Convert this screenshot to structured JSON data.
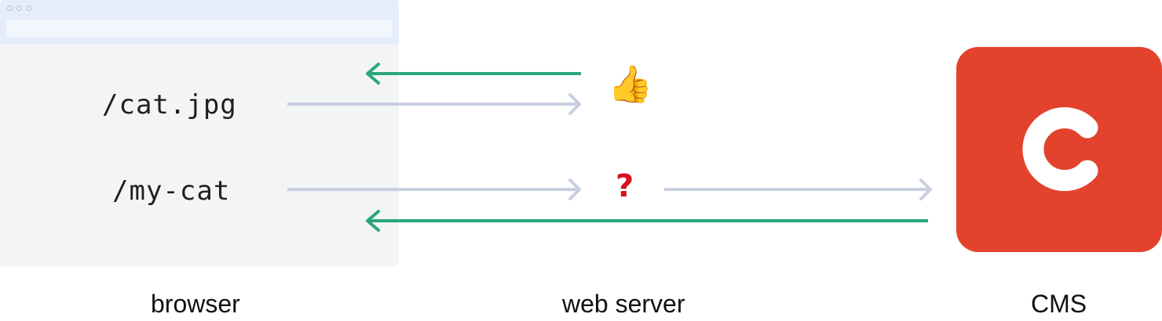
{
  "requests": {
    "static": "/cat.jpg",
    "dynamic": "/my-cat"
  },
  "markers": {
    "static_handled": "thumbs-up-icon",
    "static_handled_glyph": "👍",
    "dynamic_unknown": "question-mark-icon",
    "dynamic_unknown_glyph": "?"
  },
  "labels": {
    "browser": "browser",
    "web_server": "web server",
    "cms": "CMS"
  },
  "cms_logo": {
    "letter": "C",
    "color": "#e3432d"
  },
  "colors": {
    "request_arrow": "#c7cfe0",
    "response_arrow": "#2aa57d",
    "browser_bg": "#f3f4f6",
    "browser_chrome": "#e5ecfb"
  }
}
